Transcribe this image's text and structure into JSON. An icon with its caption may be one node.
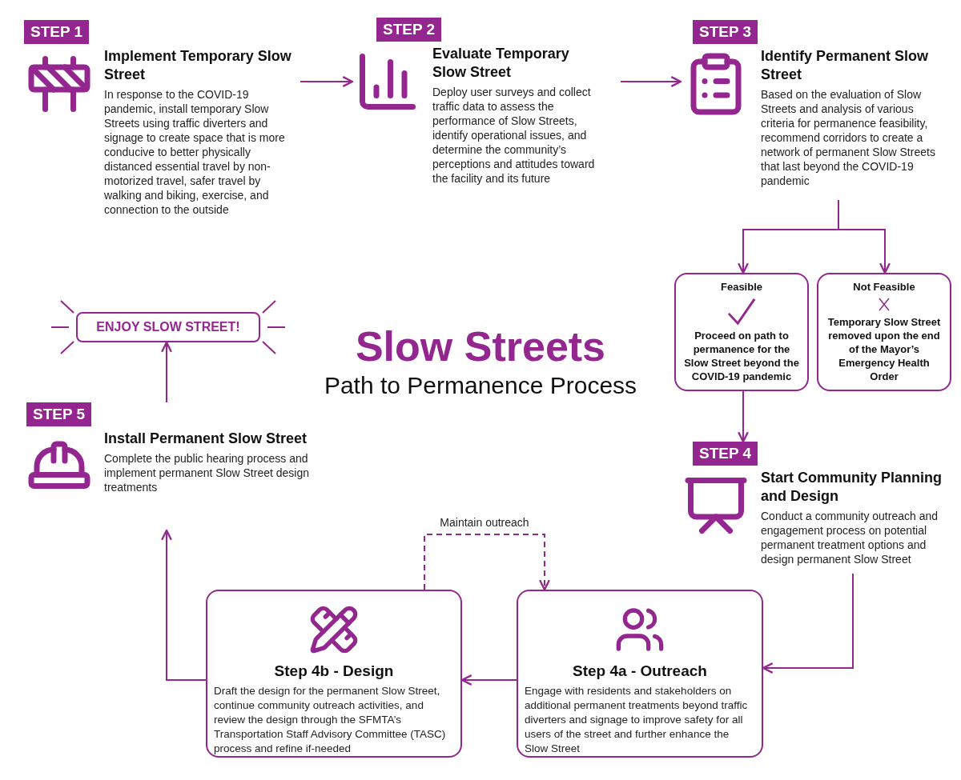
{
  "diagram": {
    "title": "Slow Streets",
    "nodes": [
      {
        "text": [
          "STEP 1",
          "Implement Temporary Slow Street",
          "In response to the COVID-19 pandemic, install temporary Slow Streets using traffic diverters and signage to create space that is more conducive to better physically distanced essential travel by non-motorized travel, safer travel by walking and biking, exercise, and connection to the outside"
        ]
      },
      {
        "text": [
          "STEP 2",
          "Evaluate Temporary Slow Street",
          "Deploy user surveys and collect traffic data to assess the performance of Slow Streets, identify operational issues, and determine the community’s perceptions and attitudes toward the facility and its future"
        ]
      },
      {
        "text": [
          "STEP 3",
          "Identify Permanent Slow Street",
          "Based on the evaluation of Slow Streets and analysis of various criteria for permanence feasibility, recommend corridors to create a network of permanent Slow Streets that last beyond the COVID-19 pandemic"
        ]
      },
      {
        "text": [
          "Feasible",
          "Proceed on path to permanence for the Slow Street beyond the COVID-19 pandemic"
        ]
      },
      {
        "text": [
          "Not Feasible",
          "Temporary Slow Street removed upon the end of the Mayor’s Emergency Health Order"
        ]
      },
      {
        "text": [
          "STEP 4",
          "Start Community Planning and Design",
          "Conduct a community outreach and engagement process on potential permanent treatment options and design permanent Slow Street"
        ]
      },
      {
        "text": [
          "Step 4a - Outreach",
          "Engage with residents and stakeholders on additional permanent treatments beyond traffic diverters and signage to improve safety for all users of the street and further enhance the Slow Street"
        ]
      },
      {
        "text": [
          "Step 4b - Design",
          "Draft the design for the permanent Slow Street, continue community outreach activities, and review the design through the SFMTA’s Transportation Staff Advisory Committee (TASC) process and refine if-needed"
        ]
      },
      {
        "text": [
          "STEP 5",
          "Install Permanent Slow Street",
          "Complete the public hearing process and implement permanent Slow Street design treatments"
        ]
      },
      {
        "text": [
          "ENJOY SLOW STREET!"
        ]
      }
    ],
    "edges": [
      {
        "from": 0,
        "to": 1,
        "arrow": "to"
      },
      {
        "from": 1,
        "to": 2,
        "arrow": "to"
      },
      {
        "from": 2,
        "to": 3,
        "arrow": "to"
      },
      {
        "from": 2,
        "to": 4,
        "arrow": "to"
      },
      {
        "from": 3,
        "to": 5,
        "arrow": "to"
      },
      {
        "from": 5,
        "to": 6,
        "arrow": "to"
      },
      {
        "from": 6,
        "to": 7,
        "arrow": "to"
      },
      {
        "from": 7,
        "to": 6,
        "arrow": "to",
        "label": "Maintain outreach",
        "style": "dashed"
      },
      {
        "from": 7,
        "to": 8,
        "arrow": "to"
      },
      {
        "from": 8,
        "to": 9,
        "arrow": "to"
      }
    ],
    "labels": [
      "Path to Permanence Process"
    ]
  }
}
